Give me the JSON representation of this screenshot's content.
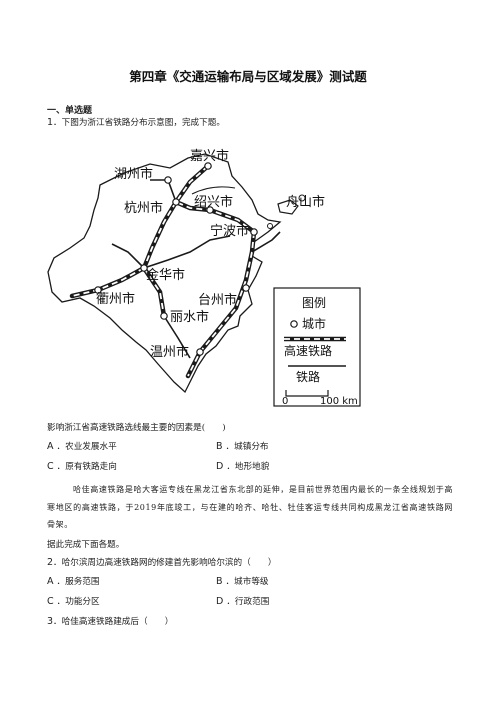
{
  "doc": {
    "title": "第四章《交通运输布局与区域发展》测试题",
    "section": "一、单选题"
  },
  "q1": {
    "num": "1",
    "text": "．下图为浙江省铁路分布示意图，完成下题。",
    "sub": "影响浙江省高速铁路选线最主要的因素是(　　)",
    "options": [
      {
        "letter": "A",
        "text": "．农业发展水平"
      },
      {
        "letter": "B",
        "text": "．城镇分布"
      },
      {
        "letter": "C",
        "text": "．原有铁路走向"
      },
      {
        "letter": "D",
        "text": "．地形地貌"
      }
    ]
  },
  "map": {
    "cities": {
      "jiaxing": "嘉兴市",
      "huzhou": "湖州市",
      "hangzhou": "杭州市",
      "shaoxing": "绍兴市",
      "zhoushan": "舟山市",
      "ningbo": "宁波市",
      "jinhua": "金华市",
      "quzhou": "衢州市",
      "taizhou": "台州市",
      "lishui": "丽水市",
      "wenzhou": "温州市"
    },
    "legend": {
      "title": "图例",
      "city": "城市",
      "hsr": "高速铁路",
      "rail": "铁路",
      "scale_zero": "0",
      "scale_value": "100 km"
    }
  },
  "passage": {
    "text": "哈佳高速铁路是哈大客运专线在黑龙江省东北部的延伸，是目前世界范围内最长的一条全线规划于高寒地区的高速铁路，于2019年底竣工，与在建的哈齐、哈牡、牡佳客运专线共同构成黑龙江省高速铁路网骨架。",
    "lead": "据此完成下面各题。"
  },
  "q2": {
    "num": "2",
    "text": "．哈尔滨周边高速铁路网的修建首先影响哈尔滨的（　　）",
    "options": [
      {
        "letter": "A",
        "text": "．服务范围"
      },
      {
        "letter": "B",
        "text": "．城市等级"
      },
      {
        "letter": "C",
        "text": "．功能分区"
      },
      {
        "letter": "D",
        "text": "．行政范围"
      }
    ]
  },
  "q3": {
    "num": "3",
    "text": "．哈佳高速铁路建成后（　　）"
  }
}
